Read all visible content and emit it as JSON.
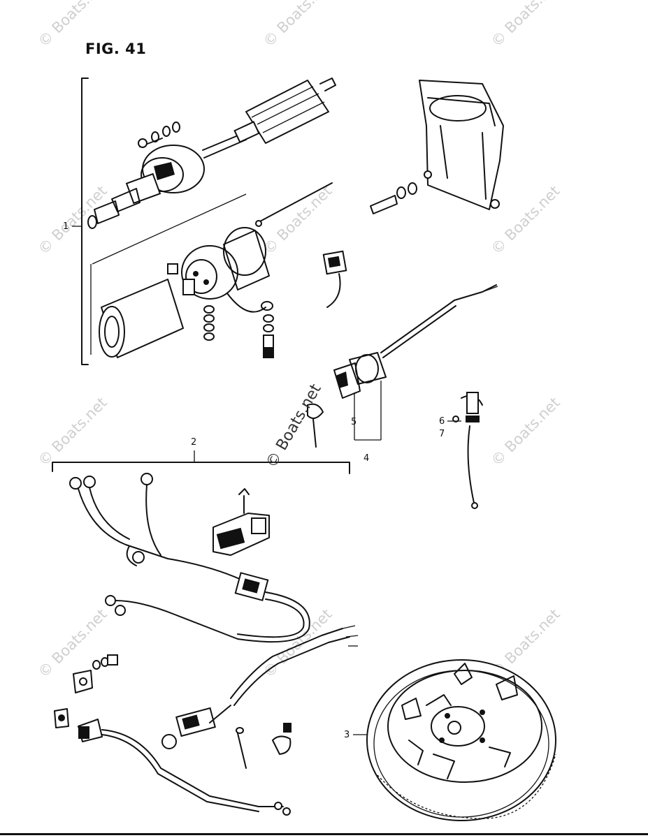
{
  "figure": {
    "title": "FIG. 41"
  },
  "callouts": [
    {
      "id": "1",
      "text": "1"
    },
    {
      "id": "2",
      "text": "2"
    },
    {
      "id": "3",
      "text": "3"
    },
    {
      "id": "4",
      "text": "4"
    },
    {
      "id": "5",
      "text": "5"
    },
    {
      "id": "6",
      "text": "6"
    },
    {
      "id": "7",
      "text": "7"
    }
  ],
  "watermark": {
    "text": "© Boats.net"
  }
}
